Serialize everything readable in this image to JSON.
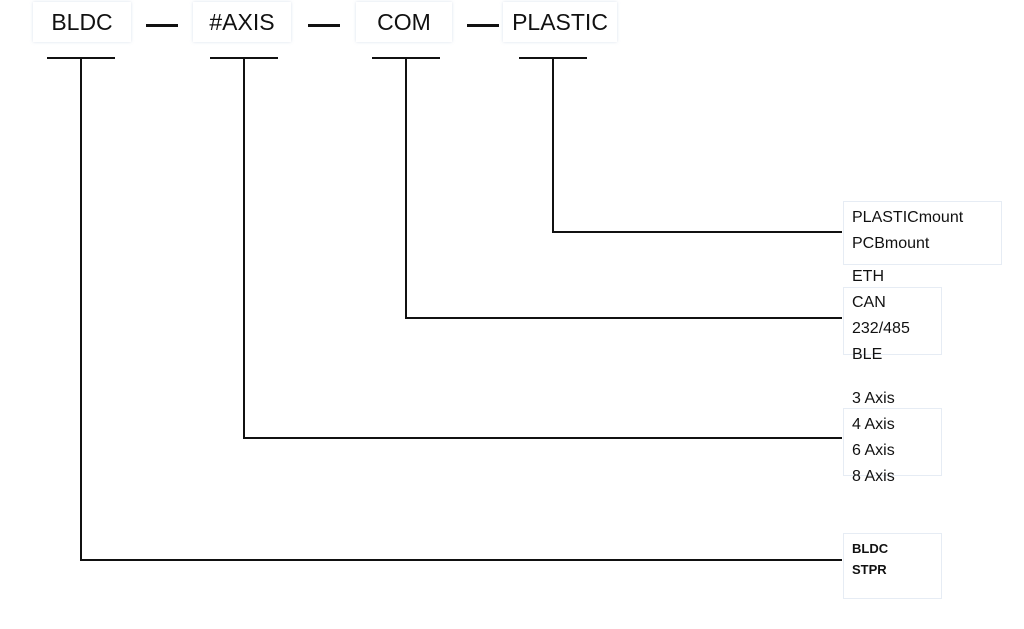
{
  "header": {
    "segments": [
      {
        "label": "BLDC"
      },
      {
        "label": "#AXIS"
      },
      {
        "label": "COM"
      },
      {
        "label": "PLASTIC"
      }
    ]
  },
  "options": {
    "plastic": [
      "PLASTICmount",
      "PCBmount"
    ],
    "com": [
      "ETH",
      "CAN",
      "232/485",
      "BLE"
    ],
    "axis": [
      "3 Axis",
      "4 Axis",
      "6 Axis",
      "8 Axis"
    ],
    "bldc": [
      "BLDC",
      "STPR"
    ]
  },
  "colors": {
    "line": "#111111",
    "box_border": "#e6ecf4",
    "text": "#111111"
  }
}
